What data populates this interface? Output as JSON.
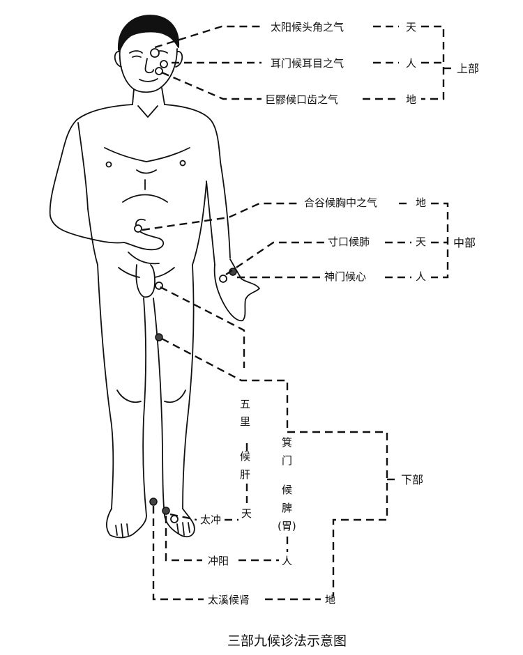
{
  "caption": "三部九候诊法示意图",
  "upper": {
    "group": "上部",
    "rows": [
      {
        "label": "太阳候头角之气",
        "level": "天"
      },
      {
        "label": "耳门候耳目之气",
        "level": "人"
      },
      {
        "label": "巨髎候口齿之气",
        "level": "地"
      }
    ]
  },
  "middle": {
    "group": "中部",
    "rows": [
      {
        "label": "合谷候胸中之气",
        "level": "地"
      },
      {
        "label": "寸口候肺",
        "level": "天"
      },
      {
        "label": "神门候心",
        "level": "人"
      }
    ]
  },
  "lower": {
    "group": "下部",
    "wuli": [
      "五",
      "里"
    ],
    "hougan": [
      "候",
      "肝"
    ],
    "wuli_level": "天",
    "jimen": [
      "箕",
      "门"
    ],
    "houpi": [
      "候",
      "脾"
    ],
    "wei": "(胃)",
    "taichong": "太冲",
    "chongyang": "冲阳",
    "chongyang_level": "人",
    "taixi": "太溪候肾",
    "taixi_level": "地"
  }
}
